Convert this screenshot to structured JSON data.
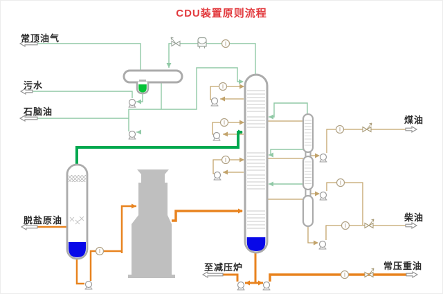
{
  "title": "CDU装置原则流程",
  "streams": {
    "top_gas": "常顶油气",
    "sour_water": "污水",
    "naphtha": "石脑油",
    "desalted_crude": "脱盐原油",
    "to_vacuum_furnace": "至减压炉",
    "kerosene": "煤油",
    "diesel": "柴油",
    "atm_heavy_oil": "常压重油"
  },
  "colors": {
    "title_red": "#e23a3e",
    "pipe_orange": "#e8831f",
    "pipe_tan": "#c2a36b",
    "pipe_green_light": "#90c9a6",
    "pipe_green_bold": "#00a84f",
    "liquid_blue": "#0808e8",
    "boot_liquid_green": "#06c237",
    "vessel_gray": "#ababab",
    "furnace_gray": "#bfbfbf"
  }
}
